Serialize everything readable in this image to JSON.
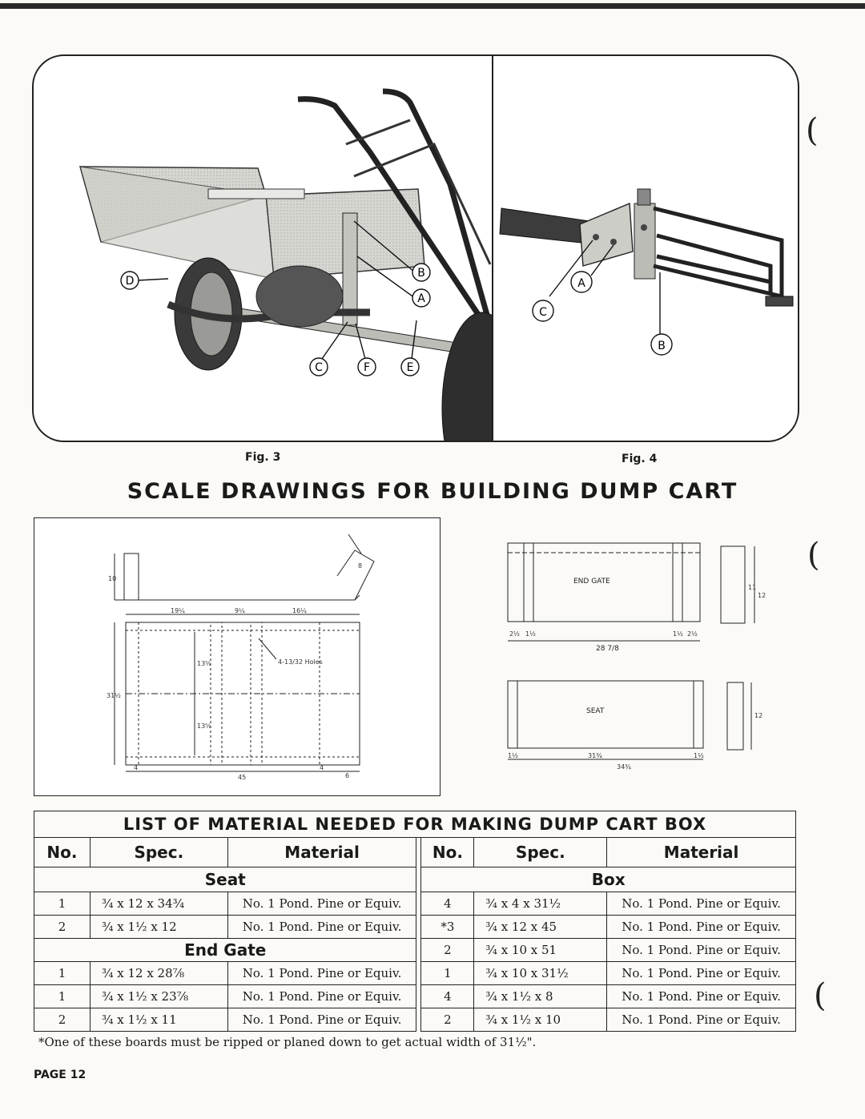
{
  "figures": {
    "fig3_label": "Fig. 3",
    "fig4_label": "Fig. 4",
    "fig3_callouts": [
      "D",
      "B",
      "A",
      "C",
      "F",
      "E"
    ],
    "fig4_callouts": [
      "A",
      "C",
      "B"
    ]
  },
  "title": "SCALE DRAWINGS FOR BUILDING DUMP CART",
  "drawings": {
    "box_dims": {
      "d_19a": "19¼",
      "d_9a": "9¼",
      "d_16a": "16¼",
      "d_31": "31½",
      "d_13a": "13⅝",
      "d_13b": "13⅝",
      "d_4a": "4",
      "d_45": "45",
      "d_4b": "4",
      "d_6": "6",
      "d_8": "8",
      "d_10": "10",
      "holes": "4-13/32 Holes"
    },
    "end_gate_label": "END GATE",
    "end_gate_width": "28 7/8",
    "end_gate_dims": {
      "a": "2½",
      "b": "1½",
      "c": "1½",
      "d": "2½",
      "h1": "11",
      "h2": "12"
    },
    "seat_label": "SEAT",
    "seat_dims": {
      "a": "1½",
      "b": "31¾",
      "c": "34¾",
      "d": "1½",
      "h": "12"
    }
  },
  "materials": {
    "title": "LIST OF MATERIAL NEEDED FOR MAKING DUMP CART BOX",
    "headers": {
      "no": "No.",
      "spec": "Spec.",
      "material": "Material"
    },
    "left_sections": [
      {
        "name": "Seat",
        "rows": [
          {
            "no": "1",
            "spec": "¾ x 12 x 34¾",
            "material": "No. 1 Pond. Pine or Equiv."
          },
          {
            "no": "2",
            "spec": "¾ x 1½ x 12",
            "material": "No. 1 Pond. Pine or Equiv."
          }
        ]
      },
      {
        "name": "End Gate",
        "rows": [
          {
            "no": "1",
            "spec": "¾ x 12 x 28⅞",
            "material": "No. 1 Pond. Pine or Equiv."
          },
          {
            "no": "1",
            "spec": "¾ x 1½ x 23⅞",
            "material": "No. 1 Pond. Pine or Equiv."
          },
          {
            "no": "2",
            "spec": "¾ x 1½ x 11",
            "material": "No. 1 Pond. Pine or Equiv."
          }
        ]
      }
    ],
    "right_section": {
      "name": "Box",
      "rows": [
        {
          "no": "4",
          "spec": "¾ x 4 x 31½",
          "material": "No. 1 Pond. Pine or Equiv."
        },
        {
          "no": "*3",
          "spec": "¾ x 12 x 45",
          "material": "No. 1 Pond. Pine or Equiv."
        },
        {
          "no": "2",
          "spec": "¾ x 10 x 51",
          "material": "No. 1 Pond. Pine or Equiv."
        },
        {
          "no": "1",
          "spec": "¾ x 10 x 31½",
          "material": "No. 1 Pond. Pine or Equiv."
        },
        {
          "no": "4",
          "spec": "¾ x 1½ x 8",
          "material": "No. 1 Pond. Pine or Equiv."
        },
        {
          "no": "2",
          "spec": "¾ x 1½ x 10",
          "material": "No. 1 Pond. Pine or Equiv."
        }
      ]
    },
    "footnote": "*One of these boards must be ripped or planed down to get actual width of 31½\"."
  },
  "page": "PAGE 12"
}
